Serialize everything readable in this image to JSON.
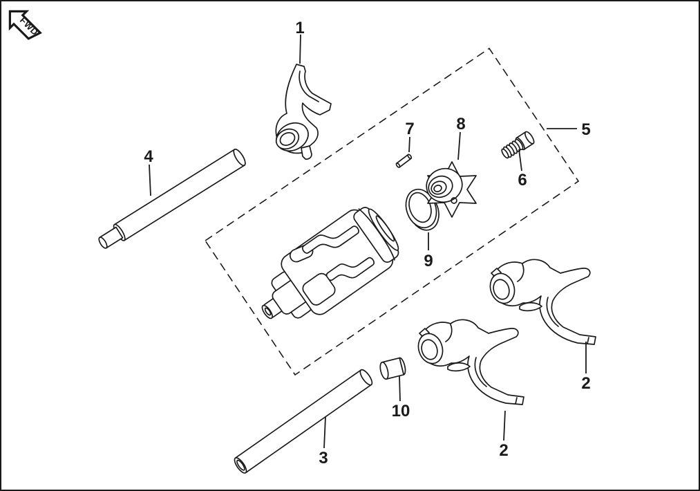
{
  "page": {
    "background": "#ffffff",
    "border_color": "#1a1a1a",
    "line_color": "#1a1a1a",
    "description_note": "exploded parts diagram, gear shift drum and shift forks, dashed assembly box, numbered callouts"
  },
  "fwd_badge": {
    "label": "FWD"
  },
  "callouts": {
    "part1": {
      "label": "1"
    },
    "part2_upper": {
      "label": "2"
    },
    "part2_lower": {
      "label": "2"
    },
    "part3": {
      "label": "3"
    },
    "part4": {
      "label": "4"
    },
    "part5_group": {
      "label": "5"
    },
    "part6": {
      "label": "6"
    },
    "part7": {
      "label": "7"
    },
    "part8": {
      "label": "8"
    },
    "part9": {
      "label": "9"
    },
    "part10": {
      "label": "10"
    }
  }
}
